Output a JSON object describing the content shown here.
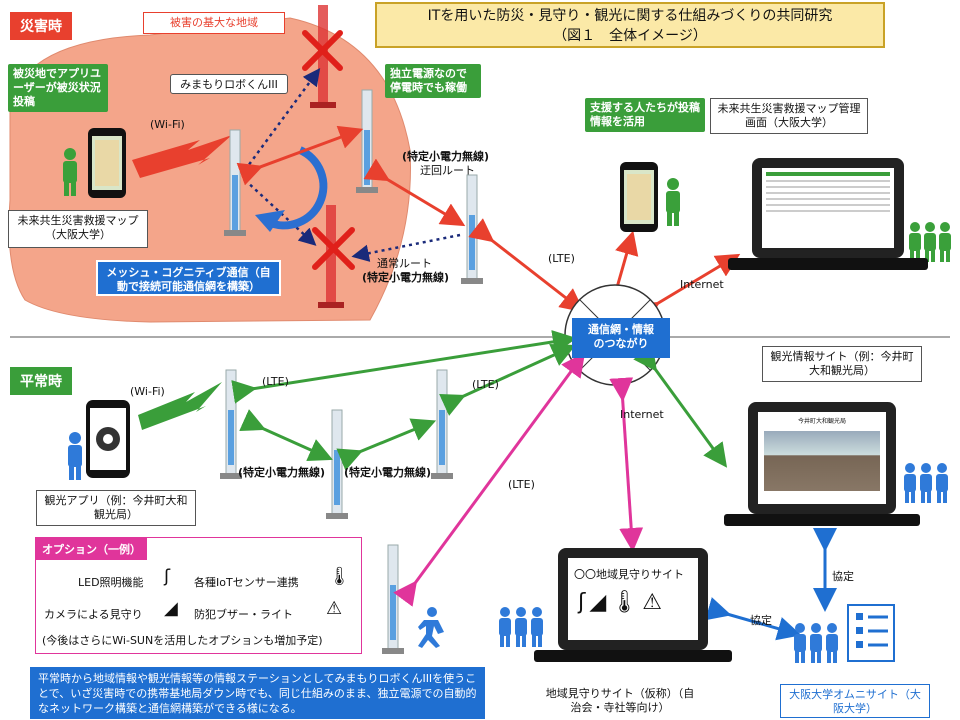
{
  "title": {
    "line1": "ITを用いた防災・見守り・観光に関する仕組みづくりの共同研究",
    "line2": "（図１　全体イメージ）"
  },
  "disaster": {
    "tag": "災害時",
    "damage_area": "被害の基大な地域",
    "callout_post": "被災地でアプリユーザーが被災状況投稿",
    "robot_label": "みまもりロボくんIII",
    "wifi": "(Wi-Fi)",
    "callout_power": "独立電源なので停電時でも稼働",
    "specific_radio_detour": "(特定小電力無線)",
    "detour_route": "迂回ルート",
    "normal_route": "通常ルート",
    "specific_radio_normal": "(特定小電力無線)",
    "map_app": "未来共生災害救援マップ（大阪大学）",
    "mesh": "メッシュ・コグニティブ通信（自動で接続可能通信網を構築）",
    "lte": "(LTE)",
    "callout_support": "支援する人たちが投稿情報を活用",
    "admin_screen": "未来共生災害救援マップ管理画面（大阪大学）",
    "internet": "Internet"
  },
  "hub": {
    "line1": "通信網・情報",
    "line2": "のつながり"
  },
  "normal": {
    "tag": "平常時",
    "wifi": "(Wi-Fi)",
    "lte_left": "(LTE)",
    "lte_right": "(LTE)",
    "radio_left": "(特定小電力無線)",
    "radio_right": "(特定小電力無線)",
    "tourism_app": "観光アプリ（例：今井町大和観光局）",
    "tourism_site": "観光情報サイト（例：今井町大和観光局）",
    "internet": "Internet",
    "lte_mid": "(LTE)",
    "site_header": "今井町大和観光局",
    "cooperation_top": "協定",
    "cooperation_mid": "協定",
    "watch_site_screen": "〇〇地域見守りサイト",
    "watch_site_label": "地域見守りサイト（仮称）（自治会・寺社等向け）",
    "osaka_omni": "大阪大学オムニサイト（大阪大学）"
  },
  "options": {
    "title": "オプション（一例）",
    "led": "LED照明機能",
    "iot": "各種IoTセンサー連携",
    "camera": "カメラによる見守り",
    "buzzer": "防犯ブザー・ライト",
    "future": "(今後はさらにWi-SUNを活用したオプションも増加予定)"
  },
  "bottom_note": "平常時から地域情報や観光情報等の情報ステーションとしてみまもりロボくんIIIを使うことで、いざ災害時での携帯基地局ダウン時でも、同じ仕組みのまま、独立電源での自動的なネットワーク構築と通信網構築ができる様になる。",
  "colors": {
    "disaster_red": "#e8402e",
    "zone_fill": "#f4a58a",
    "normal_green": "#3a9e3a",
    "hub_blue": "#1f6fd1",
    "option_pink": "#e0359b",
    "title_yellow": "#fbe9a7"
  }
}
